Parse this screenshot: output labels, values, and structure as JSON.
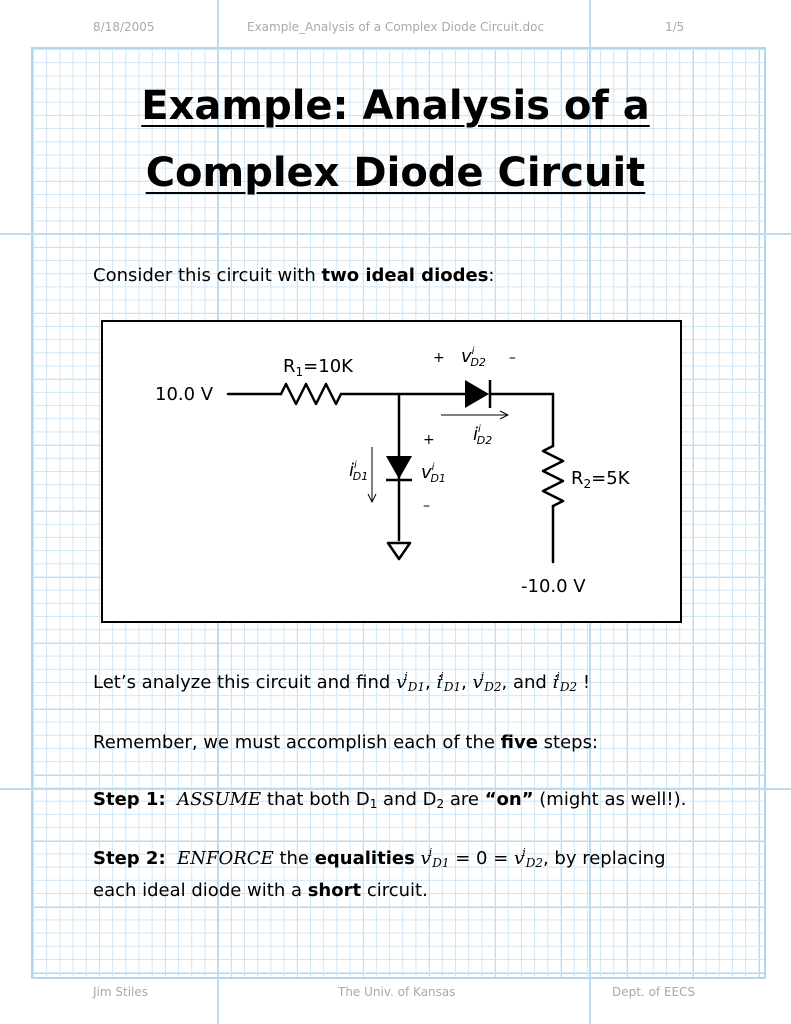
{
  "header": {
    "date": "8/18/2005",
    "filename": "Example_Analysis of a Complex Diode Circuit.doc",
    "page": "1/5"
  },
  "footer": {
    "author": "Jim Stiles",
    "university": "The Univ. of Kansas",
    "department": "Dept. of EECS"
  },
  "title": {
    "line1": "Example: Analysis of a",
    "line2": "Complex Diode Circuit"
  },
  "intro": {
    "prefix": "Consider this circuit with ",
    "bold": "two ideal diodes",
    "suffix": ":"
  },
  "circuit": {
    "source_voltage": "10.0 V",
    "r1_label": "R",
    "r1_sub": "1",
    "r1_value": "=10K",
    "r2_label": "R",
    "r2_sub": "2",
    "r2_value": "=5K",
    "neg_voltage": "-10.0 V",
    "plus": "+",
    "minus": "–",
    "var_v": "v",
    "var_i": "i",
    "sup_i": "i",
    "sub_d1": "D1",
    "sub_d2": "D2"
  },
  "analyze": {
    "prefix": "Let’s analyze this circuit and find ",
    "sep": ",",
    "and": " and ",
    "suffix": " !"
  },
  "remember": {
    "prefix": "Remember, we must accomplish each of the ",
    "bold": "five",
    "suffix": " steps:"
  },
  "step1": {
    "label": "Step 1:",
    "verb": "ASSUME",
    "text_a": " that both D",
    "sub1": "1",
    "text_b": " and D",
    "sub2": "2",
    "text_c": " are ",
    "bold": "“on”",
    "text_d": " (might as well!)."
  },
  "step2": {
    "label": "Step 2:",
    "verb": "ENFORCE",
    "text_a": " the ",
    "bold": "equalities",
    "eq": " = 0 = ",
    "text_b": ", by replacing",
    "line2_a": "each ideal diode with a ",
    "line2_bold": "short",
    "line2_b": " circuit."
  }
}
